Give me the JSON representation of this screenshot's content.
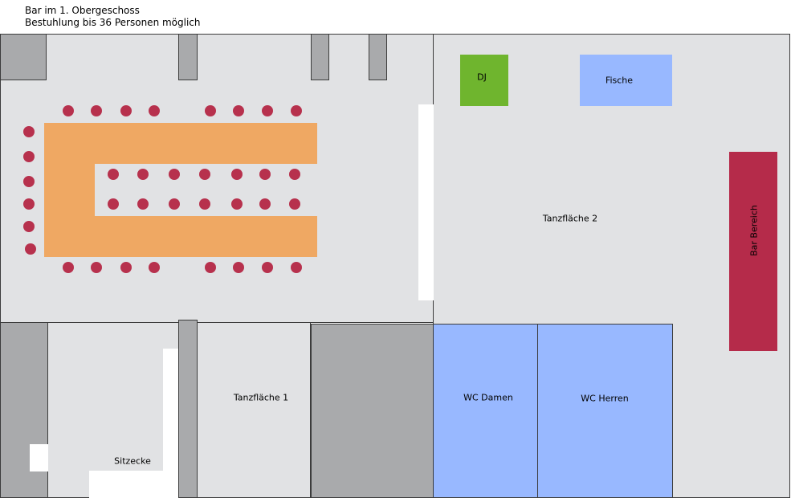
{
  "header": {
    "line1": "Bar im 1. Obergeschoss",
    "line2": "Bestuhlung bis 36 Personen möglich"
  },
  "labels": {
    "dj": "DJ",
    "fische": "Fische",
    "tanzflaeche2": "Tanzfläche 2",
    "bar": "Bar Bereich",
    "tanzflaeche1": "Tanzfläche 1",
    "wc_damen": "WC Damen",
    "wc_herren": "WC Herren",
    "sitzecke": "Sitzecke"
  },
  "colors": {
    "floor": "#e1e2e4",
    "pillar": "#a9aaac",
    "table": "#efa863",
    "seat": "#b7314d",
    "dj": "#6fb52e",
    "fische": "#98b8ff",
    "wc": "#98b8ff",
    "bar": "#b52b4a"
  }
}
